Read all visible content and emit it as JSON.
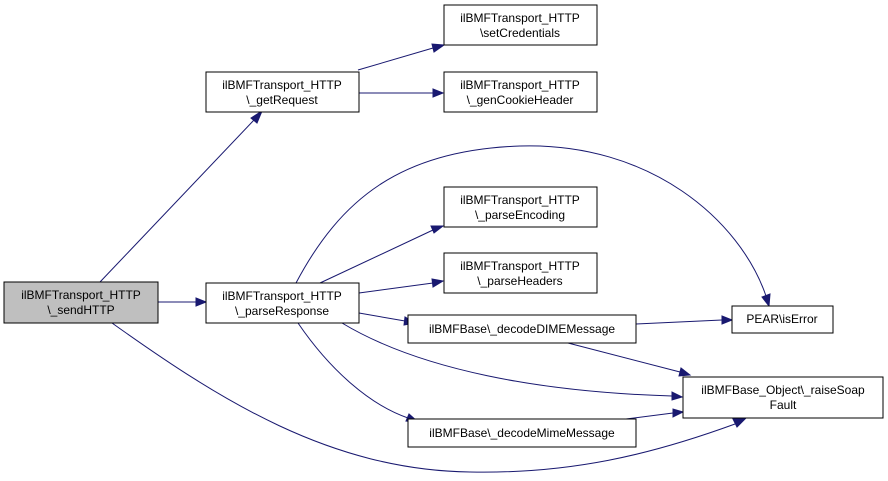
{
  "colors": {
    "node_fill": "#ffffff",
    "highlight_fill": "#bfbfbf",
    "edge": "#191970",
    "border": "#000000"
  },
  "nodes": {
    "send_http": {
      "line1": "ilBMFTransport_HTTP",
      "line2": "\\_sendHTTP"
    },
    "get_request": {
      "line1": "ilBMFTransport_HTTP",
      "line2": "\\_getRequest"
    },
    "parse_response": {
      "line1": "ilBMFTransport_HTTP",
      "line2": "\\_parseResponse"
    },
    "set_credentials": {
      "line1": "ilBMFTransport_HTTP",
      "line2": "\\setCredentials"
    },
    "gen_cookie_header": {
      "line1": "ilBMFTransport_HTTP",
      "line2": "\\_genCookieHeader"
    },
    "parse_encoding": {
      "line1": "ilBMFTransport_HTTP",
      "line2": "\\_parseEncoding"
    },
    "parse_headers": {
      "line1": "ilBMFTransport_HTTP",
      "line2": "\\_parseHeaders"
    },
    "decode_dime": {
      "line1": "ilBMFBase\\_decodeDIMEMessage"
    },
    "decode_mime": {
      "line1": "ilBMFBase\\_decodeMimeMessage"
    },
    "pear_is_error": {
      "line1": "PEAR\\isError"
    },
    "raise_soap_fault": {
      "line1": "ilBMFBase_Object\\_raiseSoap",
      "line2": "Fault"
    }
  }
}
